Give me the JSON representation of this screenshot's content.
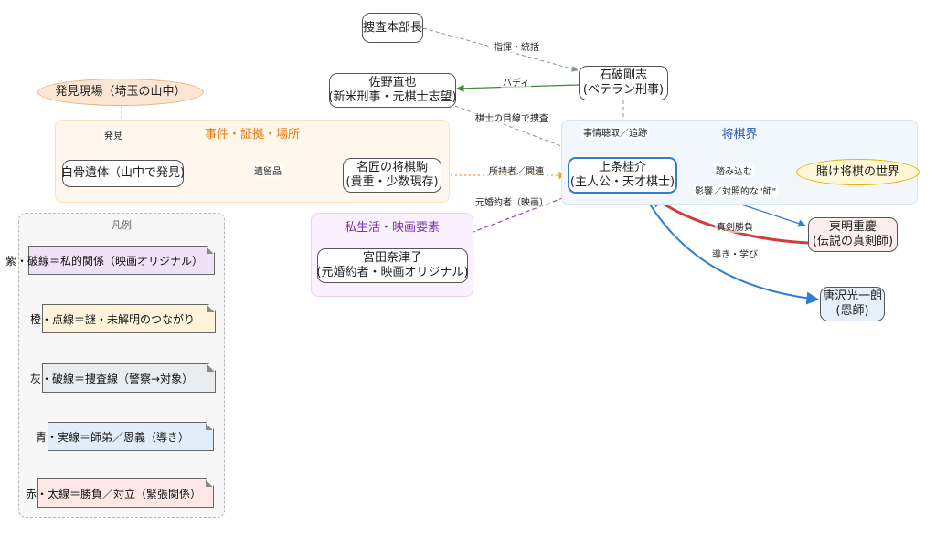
{
  "groups": {
    "case": "事件・証拠・場所",
    "shogi": "将棋界",
    "private": "私生活・映画要素",
    "legend": "凡例"
  },
  "nodes": {
    "chief": {
      "line1": "捜査本部長"
    },
    "ishiba": {
      "line1": "石破剛志",
      "line2": "(ベテラン刑事)"
    },
    "sano": {
      "line1": "佐野直也",
      "line2": "(新米刑事・元棋士志望)"
    },
    "site": {
      "line1": "発見現場（埼玉の山中）"
    },
    "remains": {
      "line1": "白骨遺体（山中で発見)"
    },
    "piece": {
      "line1": "名匠の将棋駒",
      "line2": "(貴重・少数現存)"
    },
    "kamijo": {
      "line1": "上条桂介",
      "line2": "(主人公・天才棋士)"
    },
    "gamble": {
      "line1": "賭け将棋の世界"
    },
    "tomei": {
      "line1": "東明重慶",
      "line2": "(伝説の真剣師)"
    },
    "karasawa": {
      "line1": "唐沢光一朗",
      "line2": "(恩師)"
    },
    "miyata": {
      "line1": "宮田奈津子",
      "line2": "(元婚約者・映画オリジナル)"
    }
  },
  "edges": {
    "command": "指揮・統括",
    "buddy": "バディ",
    "shogi_eye": "棋士の目線で捜査",
    "interview": "事情聴取／追跡",
    "found": "発見",
    "belonging": "遺留品",
    "owner": "所持者／関連",
    "fiancee": "元婚約者（映画）",
    "step_in": "踏み込む",
    "influence": "影響／対照的な\"師\"",
    "match": "真剣勝負",
    "guidance": "導き・学び"
  },
  "legend": [
    {
      "prefix": "紫",
      "text": "・破線＝私的関係（映画オリジナル）",
      "fill": "#efe2f7"
    },
    {
      "prefix": "橙",
      "text": "・点線＝謎・未解明のつながり",
      "fill": "#fff3d9"
    },
    {
      "prefix": "灰",
      "text": "・破線＝捜査線（警察→対象）",
      "fill": "#e9edf0"
    },
    {
      "prefix": "青",
      "text": "・実線＝師弟／恩義（導き）",
      "fill": "#e1eefa"
    },
    {
      "prefix": "赤",
      "text": "・太線＝勝負／対立（緊張関係）",
      "fill": "#fde6e6"
    }
  ],
  "colors": {
    "investigation": "#7f94a0",
    "buddy": "#3c8a37",
    "mystery": "#f39c2d",
    "private": "#8e49c2",
    "mentor": "#2f7dd0",
    "conflict": "#d33b3b",
    "kamijo_border": "#2f7dd0",
    "gamble_border": "#e9b400"
  }
}
